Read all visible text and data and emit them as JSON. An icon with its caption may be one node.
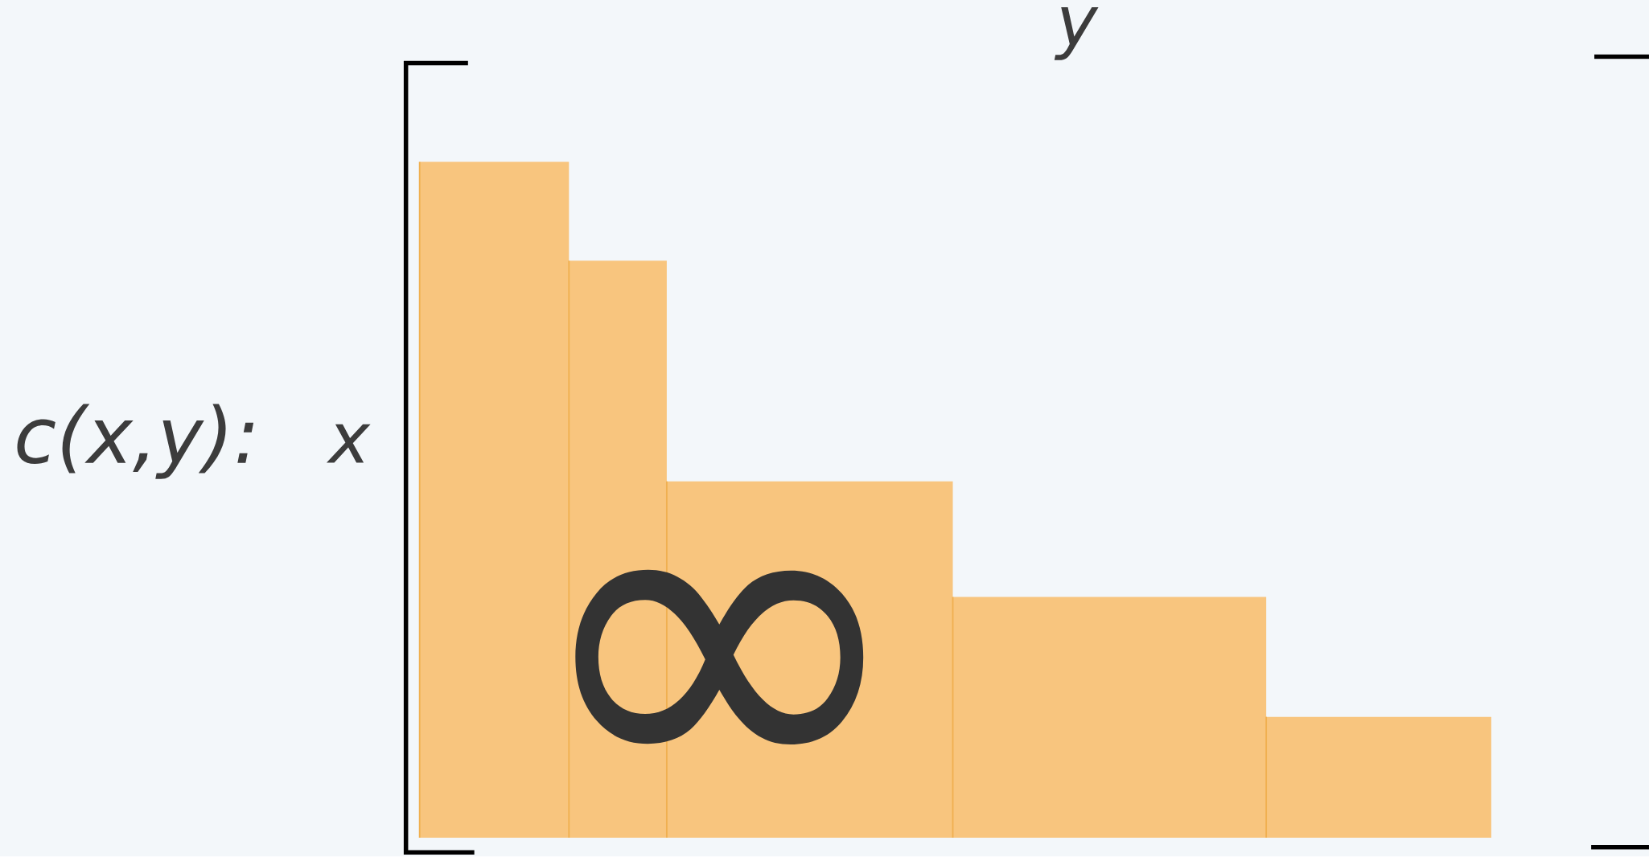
{
  "diagram": {
    "labels": [
      "y",
      "c(x,y):",
      "x",
      "∞"
    ]
  }
}
